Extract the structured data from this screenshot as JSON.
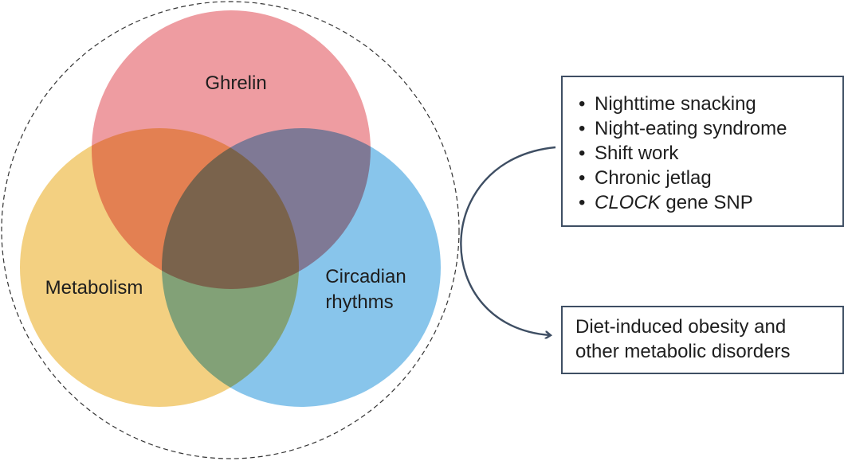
{
  "venn": {
    "circles": [
      {
        "label": "Ghrelin",
        "color": "#e8767c"
      },
      {
        "label": "Metabolism",
        "color": "#eebe50"
      },
      {
        "label": "Circadian rhythms",
        "label_lines": [
          "Circadian",
          "rhythms"
        ],
        "color": "#5aaee3"
      }
    ],
    "outer_boundary_style": "dashed"
  },
  "factors": {
    "items": [
      {
        "text": "Nighttime snacking"
      },
      {
        "text": "Night-eating syndrome"
      },
      {
        "text": "Shift work"
      },
      {
        "text": "Chronic jetlag"
      },
      {
        "italic_prefix": "CLOCK",
        "text": " gene SNP"
      }
    ],
    "bullet": "•"
  },
  "outcome": {
    "lines": [
      "Diet-induced obesity and",
      "other metabolic disorders"
    ]
  },
  "colors": {
    "box_border": "#3e4e63",
    "arrow": "#3e4e63",
    "text": "#1e1e1e"
  }
}
